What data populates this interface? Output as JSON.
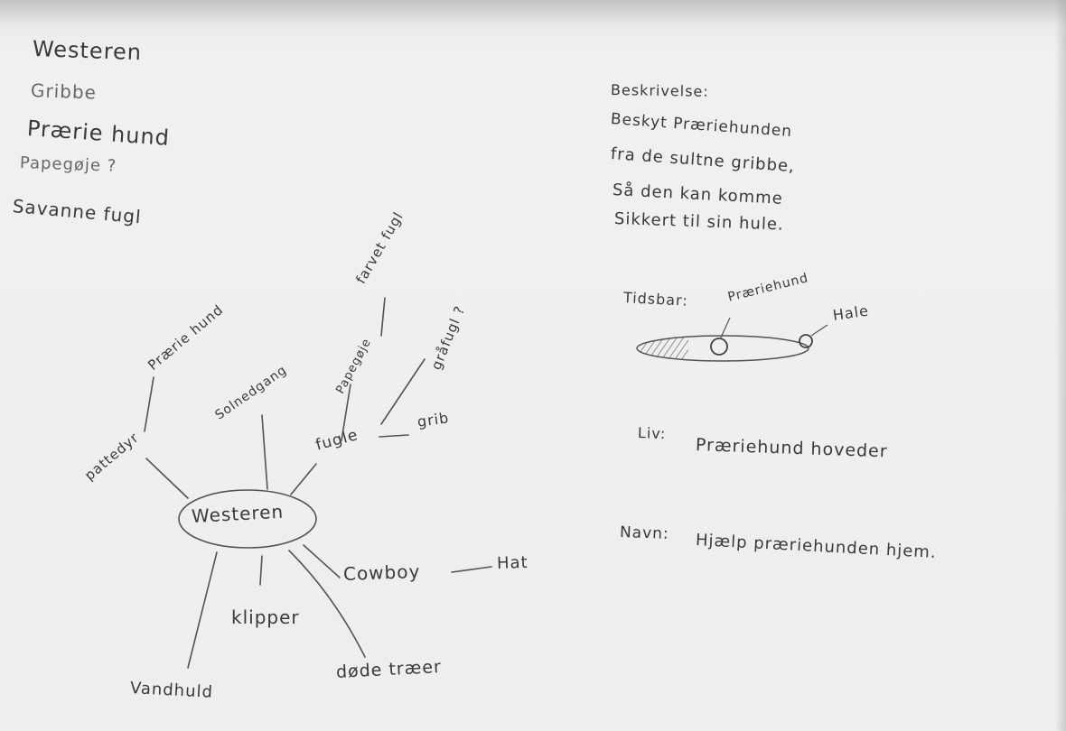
{
  "left_list": [
    "Westeren",
    "Gribbe",
    "Prærie hund",
    "Papegøje ?",
    "Savanne fugl"
  ],
  "mind_map": {
    "center": "Westeren",
    "nodes": {
      "praeriehund": "Prærie hund",
      "pattedyr": "pattedyr",
      "solnedgang": "Solnedgang",
      "farvet_fugl": "farvet fugl",
      "papegoje": "Papegøje",
      "grafugl": "gråfugl ?",
      "fugle": "fugle",
      "grib": "grib",
      "cowboy": "Cowboy",
      "hat": "Hat",
      "klipper": "klipper",
      "vandhuld": "Vandhuld",
      "dode_traeer": "døde træer"
    }
  },
  "description": {
    "heading": "Beskrivelse:",
    "lines": [
      "Beskyt Præriehunden",
      "fra de sultne gribbe,",
      "Så den kan komme",
      "Sikkert til sin hule."
    ]
  },
  "timebar": {
    "label": "Tidsbar:",
    "start_label": "Præriehund",
    "end_label": "Hale",
    "progress": 0.3
  },
  "lives": {
    "label": "Liv:",
    "value": "Præriehund hoveder"
  },
  "name": {
    "label": "Navn:",
    "value": "Hjælp præriehunden hjem."
  }
}
